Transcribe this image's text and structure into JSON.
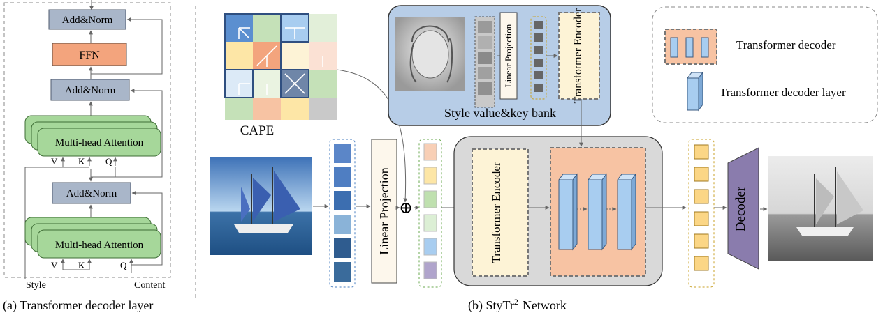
{
  "left_panel": {
    "add_norm_label": "Add&Norm",
    "ffn_label": "FFN",
    "attention_label": "Multi-head Attention",
    "v_label": "V",
    "k_label": "K",
    "q_label": "Q",
    "style_label": "Style",
    "content_label": "Content",
    "caption": "(a) Transformer decoder layer"
  },
  "main": {
    "cape_label": "CAPE",
    "linear_projection_label": "Linear Projection",
    "transformer_encoder_label": "Transformer Encoder",
    "style_bank_label": "Style value&key bank",
    "decoder_label": "Decoder",
    "plus_symbol": "⊕",
    "caption_prefix": "(b) StyTr",
    "caption_sup": "2",
    "caption_suffix": "Network"
  },
  "legend": {
    "decoder_label": "Transformer decoder",
    "layer_label": "Transformer decoder layer"
  },
  "colors": {
    "add_norm_fill": "#a9b6c9",
    "ffn_fill": "#f3a47d",
    "attention_fill": "#a6d79a",
    "encoder_fill": "#fdf3d6",
    "decoder_fill": "#f7c3a3",
    "layer_fill": "#a8cdf0",
    "style_bank_fill": "#b7cde7",
    "network_fill": "#d9d9d9",
    "decoder_block_fill": "#8a7cad",
    "tokens": [
      "#f8cfb6",
      "#fde6a6",
      "#bfe0af",
      "#dcefd5",
      "#a8cdf0",
      "#b0a4cc"
    ],
    "output_tokens": "#fbd686"
  }
}
